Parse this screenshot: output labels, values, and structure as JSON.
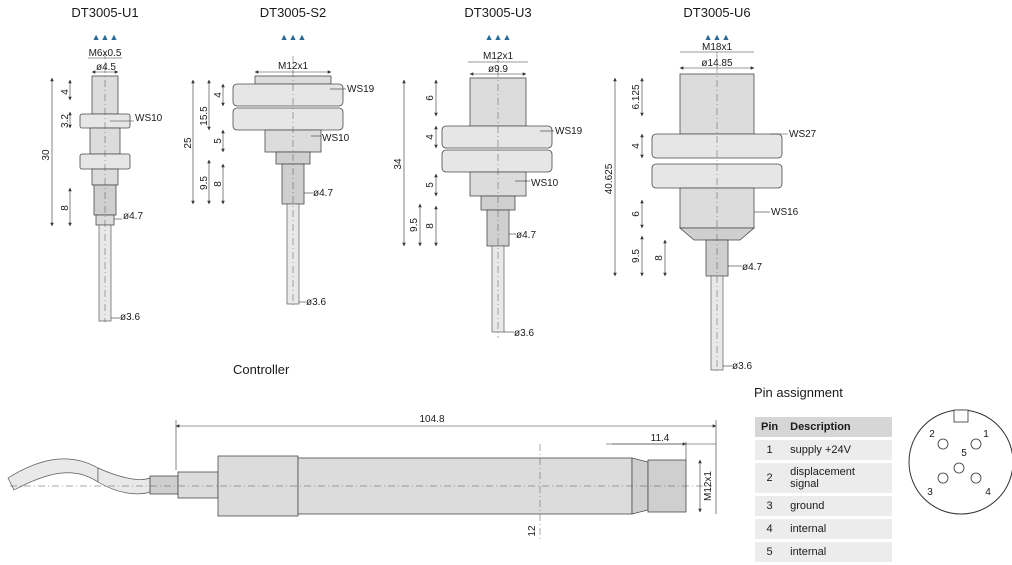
{
  "sensors": [
    {
      "model": "DT3005-U1",
      "thread": "M6x0.5",
      "d_top": "ø4.5",
      "wrench": "WS10",
      "d_mid": "ø4.7",
      "d_cable": "ø3.6",
      "dims": [
        "4",
        "3.2",
        "30",
        "8"
      ]
    },
    {
      "model": "DT3005-S2",
      "thread": "M12x1",
      "wrench": "WS19",
      "wrench2": "WS10",
      "d_mid": "ø4.7",
      "d_cable": "ø3.6",
      "dims": [
        "4",
        "15.5",
        "25",
        "5",
        "9.5",
        "8"
      ]
    },
    {
      "model": "DT3005-U3",
      "thread": "M12x1",
      "d_top": "ø9.9",
      "wrench": "WS19",
      "wrench2": "WS10",
      "d_mid": "ø4.7",
      "d_cable": "ø3.6",
      "dims": [
        "6",
        "4",
        "34",
        "5",
        "9.5",
        "8"
      ]
    },
    {
      "model": "DT3005-U6",
      "thread": "M18x1",
      "d_top": "ø14.85",
      "wrench": "WS27",
      "wrench2": "WS16",
      "d_mid": "ø4.7",
      "d_cable": "ø3.6",
      "dims": [
        "6.125",
        "4",
        "40.625",
        "6",
        "9.5",
        "8"
      ]
    }
  ],
  "marker": "▲▲▲",
  "controller": {
    "label": "Controller",
    "length": "104.8",
    "thread_len": "11.4",
    "thread": "M12x1",
    "dia": "12"
  },
  "pin_assignment": {
    "title": "Pin assignment",
    "headers": [
      "Pin",
      "Description"
    ],
    "rows": [
      {
        "pin": "1",
        "desc": "supply +24V"
      },
      {
        "pin": "2",
        "desc": "displacement signal"
      },
      {
        "pin": "3",
        "desc": "ground"
      },
      {
        "pin": "4",
        "desc": "internal"
      },
      {
        "pin": "5",
        "desc": "internal"
      }
    ],
    "connector_pins": [
      "1",
      "2",
      "3",
      "4",
      "5"
    ]
  }
}
